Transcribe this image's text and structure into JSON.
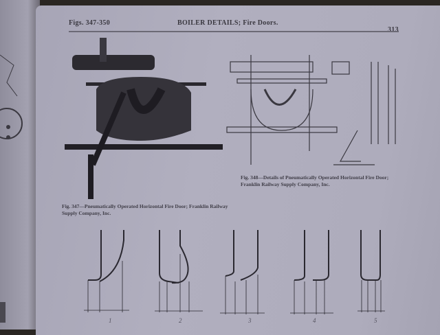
{
  "header": {
    "figures": "Figs. 347-350",
    "title": "BOILER DETAILS; Fire Doors.",
    "page_number": "313"
  },
  "figures": [
    {
      "caption": "Fig. 347—Pneumatically Operated Horizontal Fire Door; Franklin Railway Supply Company, Inc."
    },
    {
      "caption": "Fig. 348—Details of Pneumatically Operated Horizontal Fire Door; Franklin Railway Supply Company, Inc."
    }
  ],
  "profile_labels": [
    "1",
    "2",
    "3",
    "4",
    "5"
  ]
}
